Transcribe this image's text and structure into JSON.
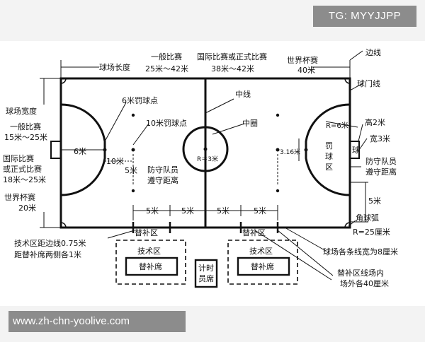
{
  "watermark_top": "TG: MYYJJPP",
  "watermark_bottom": "www.zh-chn-yoolive.com",
  "labels": {
    "sideline": "边线",
    "goal_line": "球门线",
    "field_length": "球场长度",
    "general_match": "一般比赛",
    "general_length": "25米～42米",
    "intl_match": "国际比赛或正式比赛",
    "intl_length": "38米～42米",
    "world_cup": "世界杯赛",
    "world_cup_length": "40米",
    "field_width": "球场宽度",
    "general_match_w": "一般比赛",
    "general_width": "15米～25米",
    "intl_match_w1": "国际比赛",
    "intl_match_w2": "或正式比赛",
    "intl_width": "18米～25米",
    "world_cup_w": "世界杯赛",
    "world_cup_width": "20米",
    "six_m_penalty_spot": "6米罚球点",
    "ten_m_penalty_spot": "10米罚球点",
    "center_line": "中线",
    "center_circle": "中圈",
    "radius_3m": "R＝3米",
    "six_m": "6米",
    "ten_m": "10米",
    "five_m_left": "5米",
    "defender_distance_1": "防守队员",
    "defender_distance_2": "遵守距离",
    "r_6m": "R=6米",
    "goal_height": "高2米",
    "goal_width": "宽3米",
    "goal_char": "球",
    "distance_316": "3.16米",
    "penalty_area_1": "罚",
    "penalty_area_2": "球",
    "penalty_area_3": "区",
    "defender_distance_right_1": "防守队员",
    "defender_distance_right_2": "遵守距离",
    "five_m_right": "5米",
    "corner_arc": "角球弧",
    "corner_radius": "R=25厘米",
    "line_width": "球场各条线宽为8厘米",
    "substitution_zone_left": "替补区",
    "substitution_zone_right": "替补区",
    "five_m_marks": [
      "5米",
      "5米",
      "5米",
      "5米"
    ],
    "tech_area_distance_1": "技术区距边线0.75米",
    "tech_area_distance_2": "距替补席两侧各1米",
    "tech_area_left": "技术区",
    "tech_area_right": "技术区",
    "bench_left": "替补席",
    "bench_right": "替补席",
    "timekeeper_1": "计时",
    "timekeeper_2": "员席",
    "sub_zone_line_1": "替补区线场内",
    "sub_zone_line_2": "场外各40厘米"
  }
}
